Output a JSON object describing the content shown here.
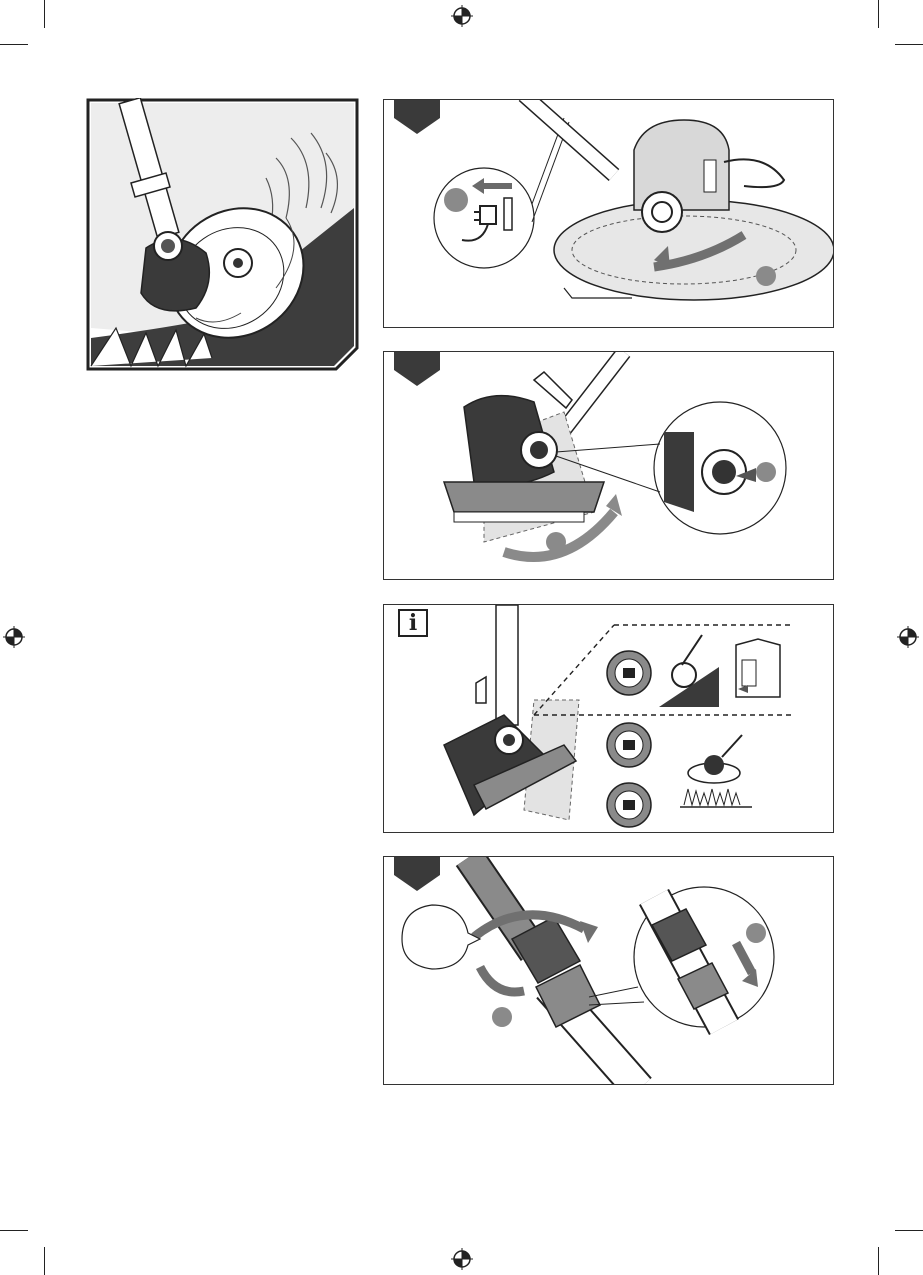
{
  "page": {
    "info_symbol": "i",
    "colors": {
      "dark_fill": "#3a3a3a",
      "mid_grey": "#8a8a8a",
      "light_grey": "#d9d9d9",
      "line": "#222222"
    },
    "figures": [
      {
        "id": "overview",
        "icon": "trimmer-edging-illustration"
      },
      {
        "id": "step-1",
        "icon": "unplug-and-rotate-guard-illustration"
      },
      {
        "id": "step-2",
        "icon": "press-button-rotate-head-illustration"
      },
      {
        "id": "info",
        "icon": "head-angle-positions-illustration"
      },
      {
        "id": "step-3",
        "icon": "shaft-collar-adjust-illustration"
      }
    ]
  }
}
